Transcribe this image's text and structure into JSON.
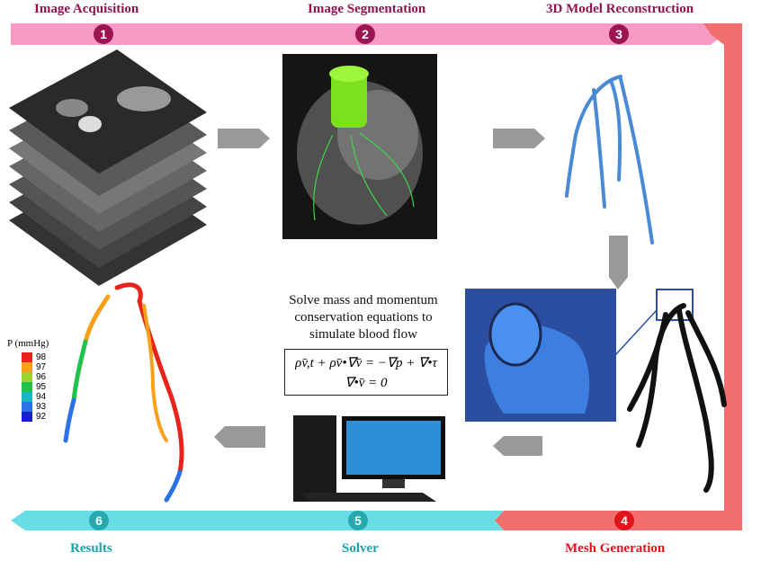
{
  "steps": [
    {
      "num": "1",
      "label": "Image Acquisition"
    },
    {
      "num": "2",
      "label": "Image Segmentation"
    },
    {
      "num": "3",
      "label": "3D Model Reconstruction"
    },
    {
      "num": "4",
      "label": "Mesh Generation"
    },
    {
      "num": "5",
      "label": "Solver"
    },
    {
      "num": "6",
      "label": "Results"
    }
  ],
  "solver": {
    "caption_line1": "Solve mass and momentum",
    "caption_line2": "conservation equations to",
    "caption_line3": "simulate blood flow",
    "equation1": "ρv̄,t + ρv̄•∇v̄ = −∇p + ∇•τ",
    "equation2": "∇•v̄ = 0"
  },
  "legend": {
    "title": "P (mmHg)",
    "entries": [
      {
        "value": "98",
        "color": "#e8231a"
      },
      {
        "value": "97",
        "color": "#f7a11b"
      },
      {
        "value": "96",
        "color": "#9bd236"
      },
      {
        "value": "95",
        "color": "#21c24b"
      },
      {
        "value": "94",
        "color": "#1bb6c6"
      },
      {
        "value": "93",
        "color": "#2c72e6"
      },
      {
        "value": "92",
        "color": "#1a20c9"
      }
    ]
  },
  "colors": {
    "pink_band": "#f79ac4",
    "step_dot": "#9c1553",
    "red_band": "#f36f6f",
    "red_dot": "#e0141b",
    "cyan_band": "#68dde4",
    "cyan_dot": "#26a9b1",
    "title_top": "#8e1450",
    "title_red": "#e0141b",
    "title_cyan": "#1aa3ab"
  }
}
